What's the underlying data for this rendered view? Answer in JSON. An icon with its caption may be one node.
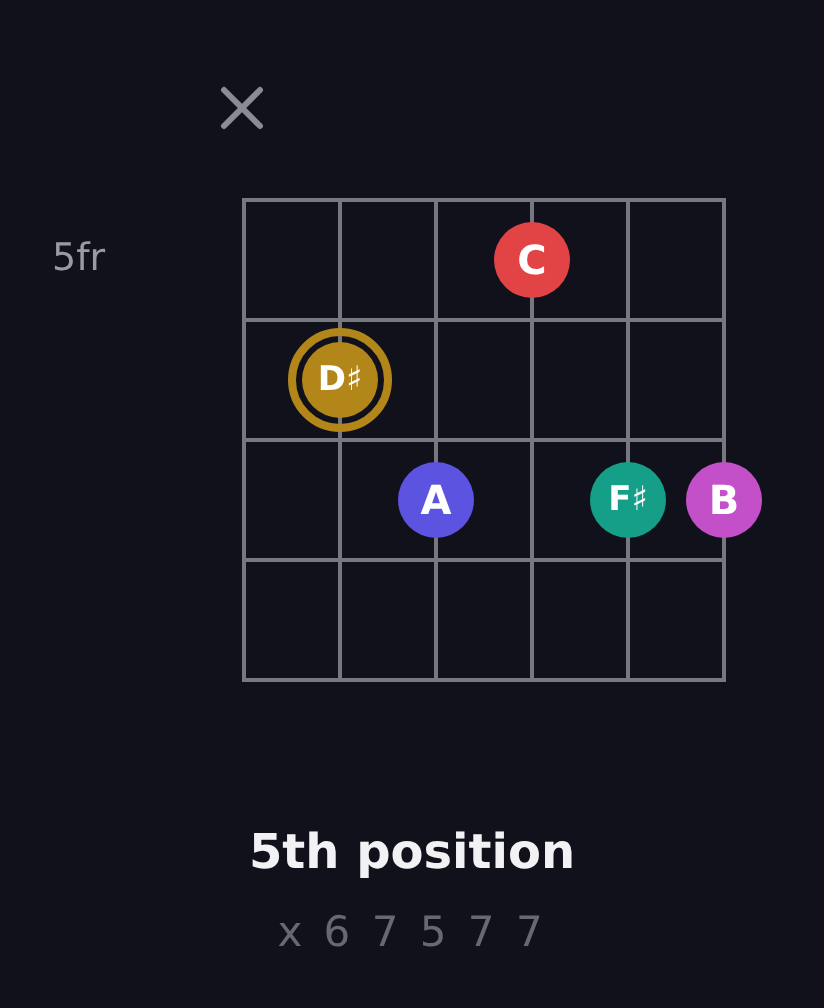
{
  "diagram": {
    "title": "5th position",
    "nodes": [
      {
        "text": [
          "C"
        ]
      },
      {
        "text": [
          "D♯"
        ]
      },
      {
        "text": [
          "A"
        ]
      },
      {
        "text": [
          "F♯"
        ]
      },
      {
        "text": [
          "B"
        ]
      }
    ],
    "labels": [
      "5fr",
      "x 6 7 5 7 7"
    ]
  }
}
